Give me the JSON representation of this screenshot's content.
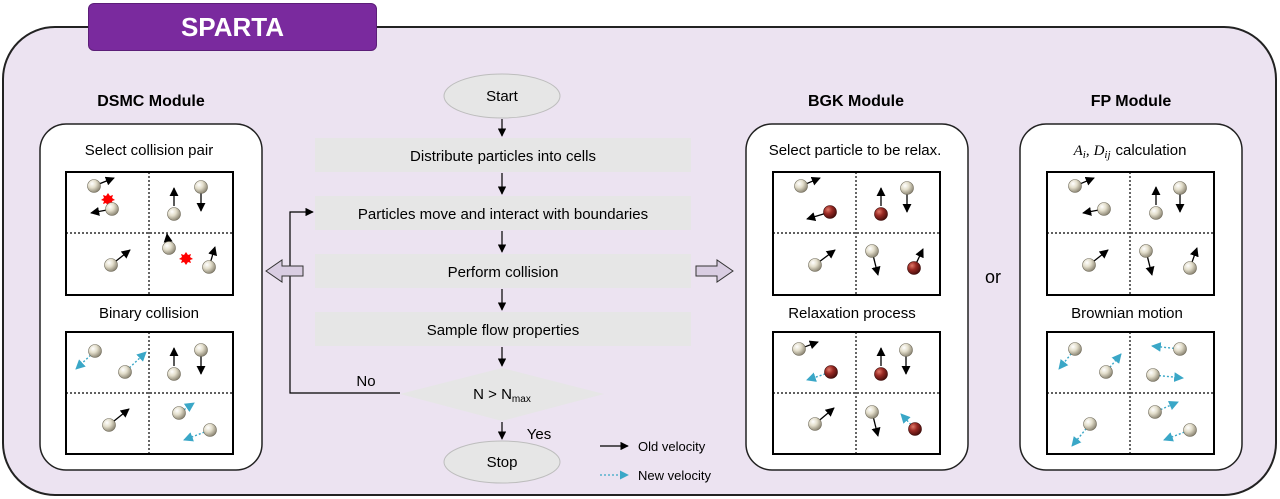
{
  "title": "SPARTA",
  "colors": {
    "frame_fill": "#ece3f1",
    "title_fill": "#7a2a9e",
    "step_fill": "#e6e6e6",
    "particle_light": "#d9d5c0",
    "particle_dark": "#8f2424",
    "new_velocity": "#3aa7c7"
  },
  "flowchart": {
    "start": "Start",
    "steps": [
      "Distribute particles into cells",
      "Particles move and interact with boundaries",
      "Perform collision",
      "Sample flow properties"
    ],
    "decision": {
      "base": "N > N",
      "subscript": "max"
    },
    "no_label": "No",
    "yes_label": "Yes",
    "stop": "Stop"
  },
  "modules": {
    "dsmc": {
      "title": "DSMC Module",
      "top_label": "Select collision pair",
      "bottom_label": "Binary collision"
    },
    "bgk": {
      "title": "BGK Module",
      "top_label": "Select particle to be relax.",
      "bottom_label": "Relaxation process"
    },
    "fp": {
      "title": "FP Module",
      "top_label_suffix": "calculation",
      "bottom_label": "Brownian motion",
      "symbols": {
        "a": "A",
        "a_sub": "i",
        "comma": ",",
        "d": "D",
        "d_sub": "ij"
      }
    }
  },
  "or_label": "or",
  "legend": {
    "old": "Old velocity",
    "new": "New velocity"
  }
}
